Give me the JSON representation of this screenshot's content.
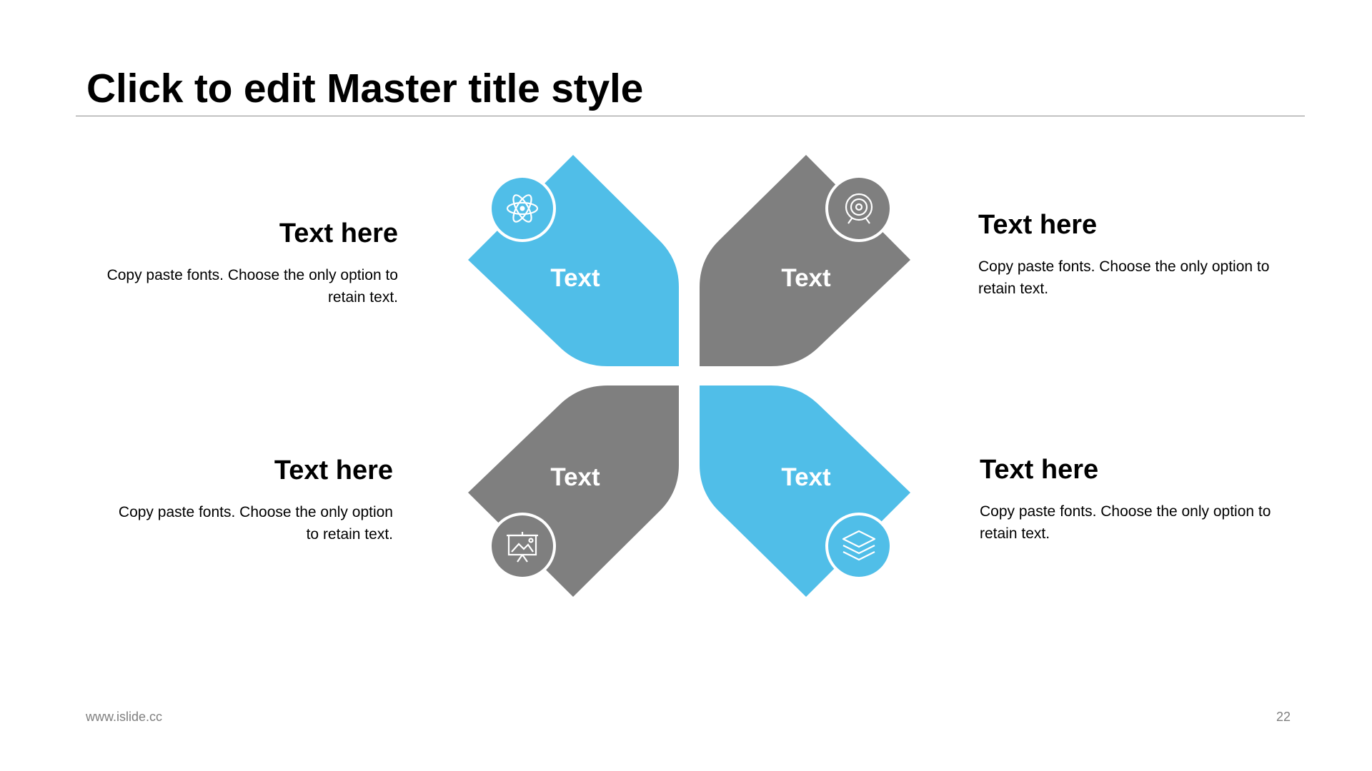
{
  "slide": {
    "title": "Click to edit Master title style",
    "footer_url": "www.islide.cc",
    "page_number": "22"
  },
  "colors": {
    "blue": "#50BEE8",
    "gray": "#7F7F7F",
    "white": "#FFFFFF"
  },
  "petals": [
    {
      "label": "Text",
      "color": "blue",
      "icon": "atom-icon"
    },
    {
      "label": "Text",
      "color": "gray",
      "icon": "target-icon"
    },
    {
      "label": "Text",
      "color": "gray",
      "icon": "presentation-board-icon"
    },
    {
      "label": "Text",
      "color": "blue",
      "icon": "layers-icon"
    }
  ],
  "blocks": [
    {
      "heading": "Text here",
      "body": "Copy paste fonts. Choose the only option to retain text."
    },
    {
      "heading": "Text here",
      "body": "Copy paste fonts. Choose the only option to retain text."
    },
    {
      "heading": "Text here",
      "body": "Copy paste fonts. Choose the only option to retain text."
    },
    {
      "heading": "Text here",
      "body": "Copy paste fonts. Choose the only option to retain text."
    }
  ]
}
